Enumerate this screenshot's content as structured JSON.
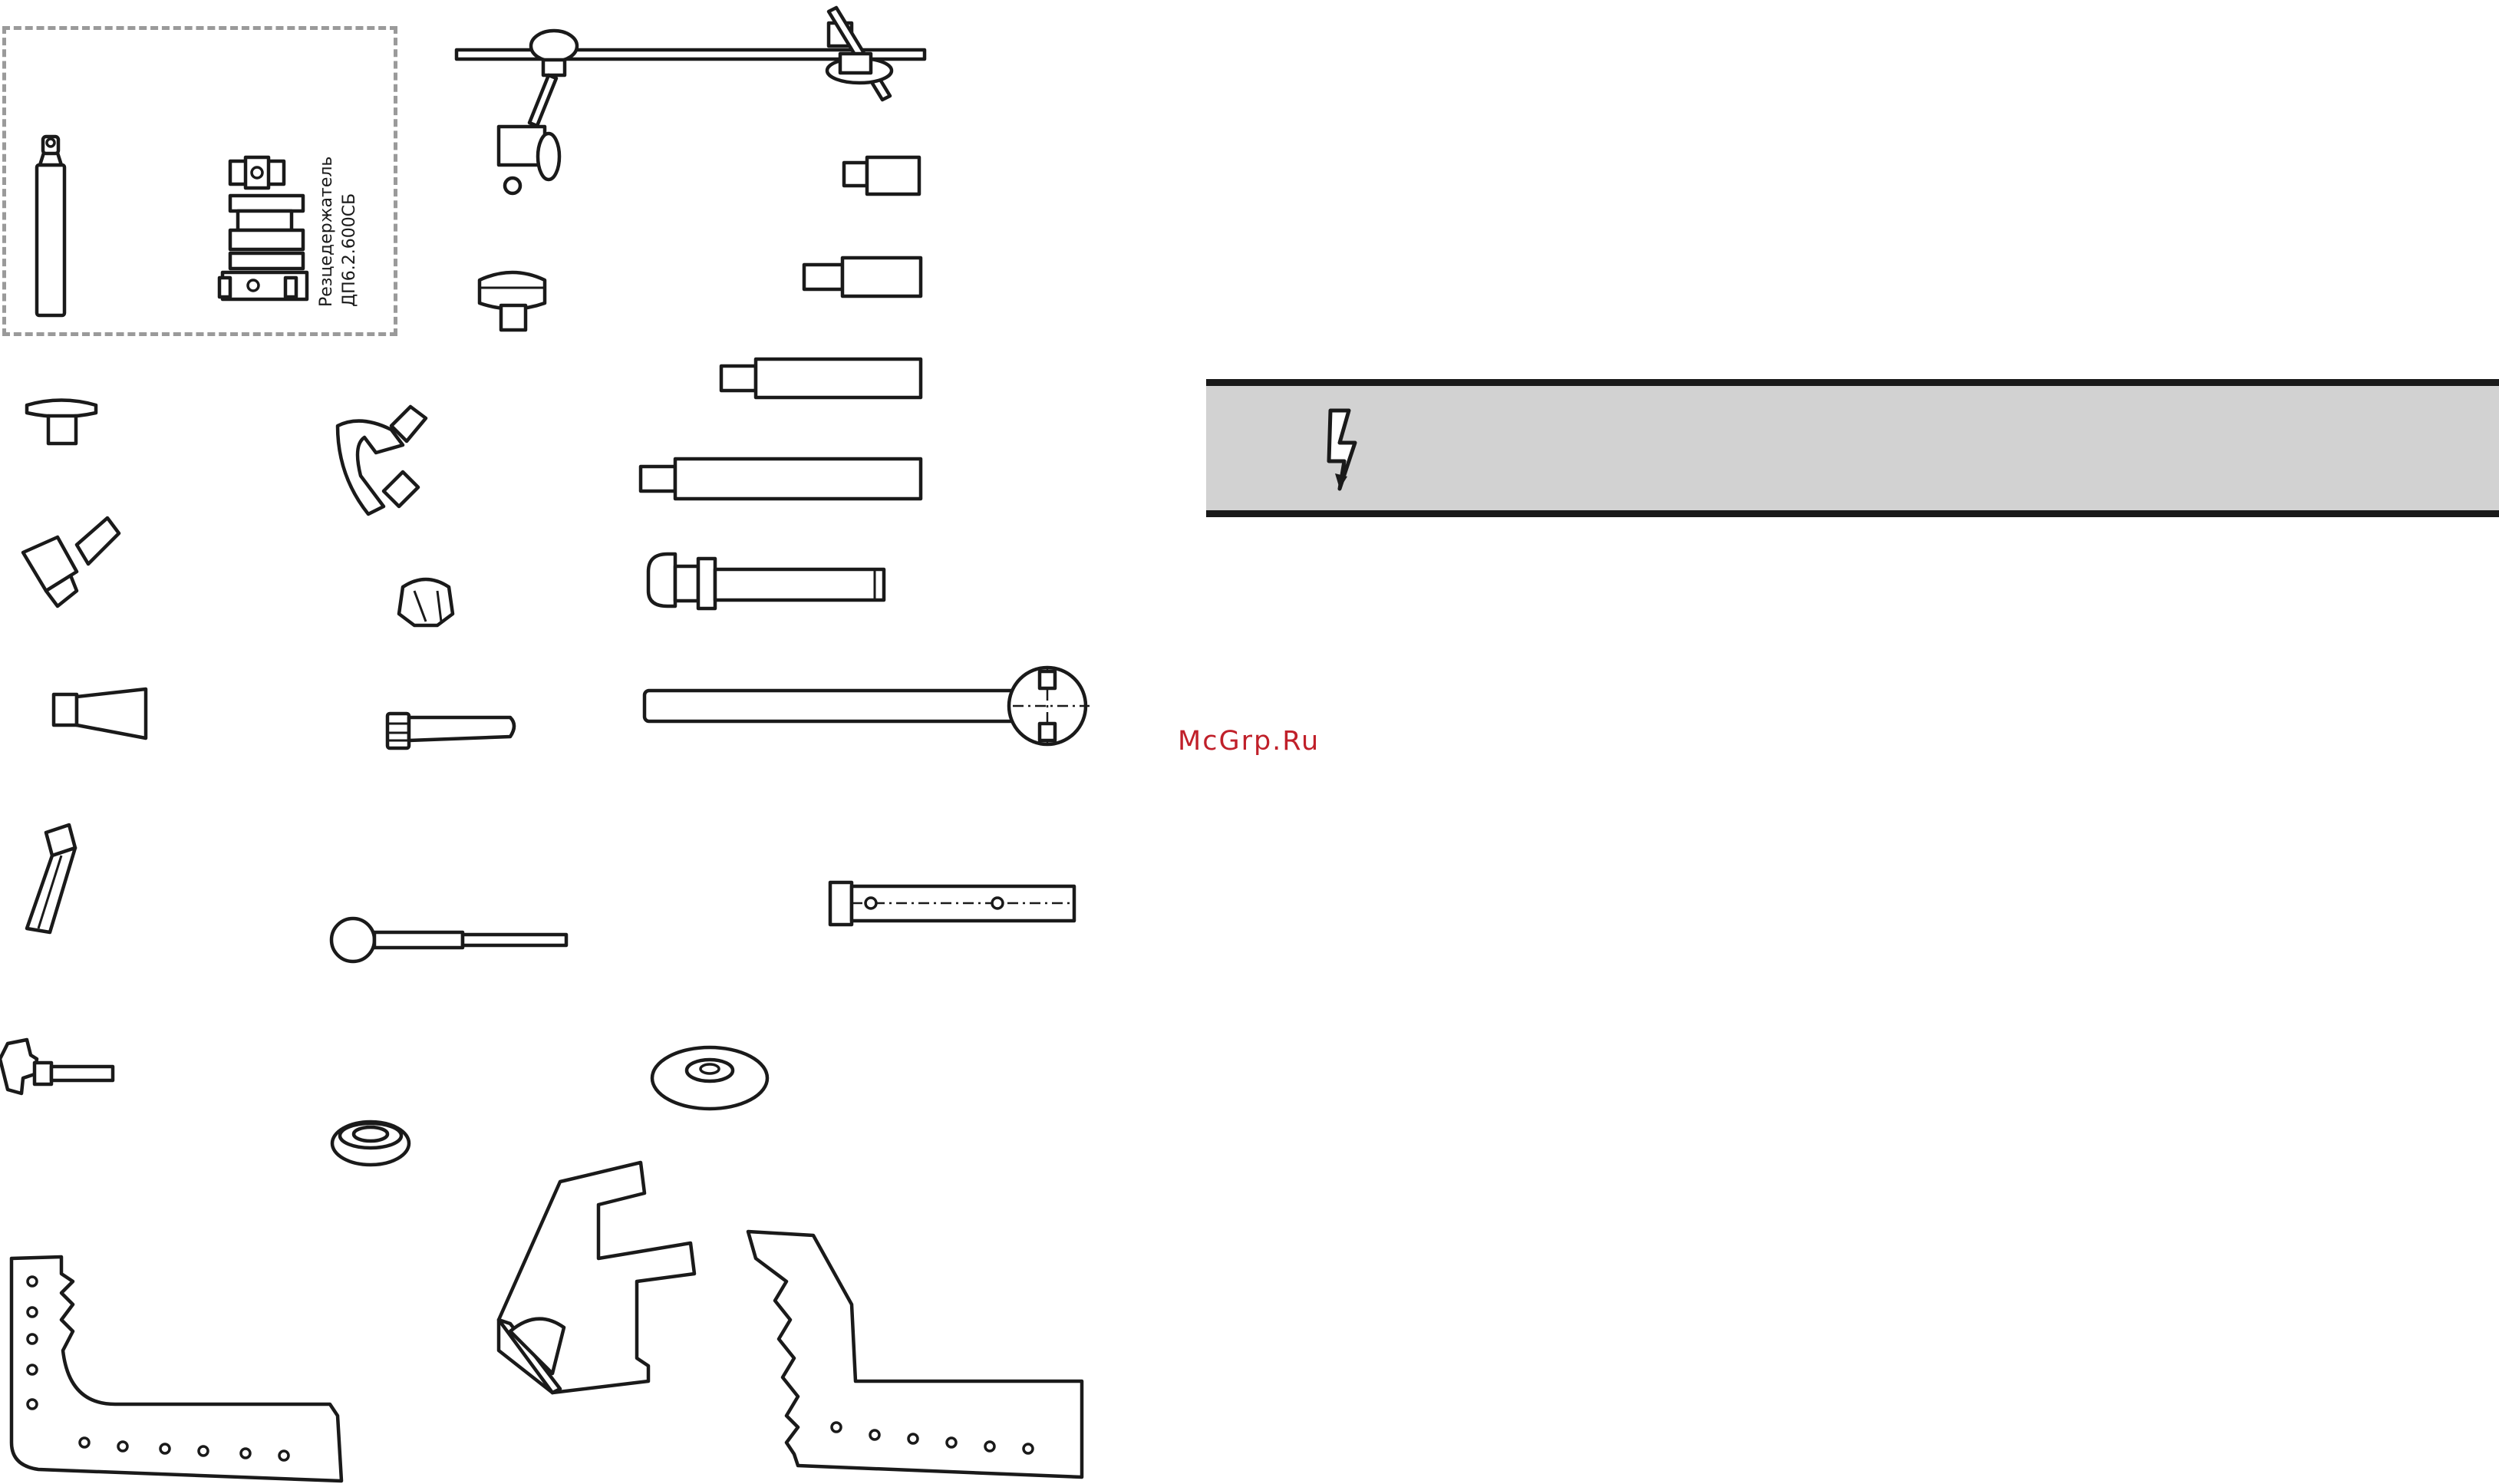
{
  "cutter_holder": {
    "label_line1": "Резцедержатель",
    "label_line2": "ДП6.2.600СБ"
  },
  "warning_band": {
    "icon": "high-voltage-lightning-icon",
    "background": "#d2d2d2"
  },
  "watermark": "McGrp.Ru",
  "parts": [
    "tool-bit",
    "cutter-holder-assembly",
    "swivel-arm-with-clamps",
    "knob-handle",
    "t-handle",
    "wing-screw",
    "short-sleeve",
    "hex-socket-screw",
    "taper-nozzle",
    "cap-nut",
    "pin-with-rings",
    "stepped-pin-1",
    "stepped-pin-2",
    "stepped-pin-3",
    "stepped-pin-4",
    "threaded-rod-with-nut",
    "long-rod-with-hub",
    "slotted-tube",
    "ball-rod",
    "star-knob-screw",
    "washer-disc",
    "bearing-ring",
    "l-bracket-left",
    "v-clamp-bracket",
    "l-bracket-right"
  ],
  "colors": {
    "line": "#1a1a1a",
    "dashed_border": "#9a9a9a",
    "watermark": "#c0202a"
  }
}
